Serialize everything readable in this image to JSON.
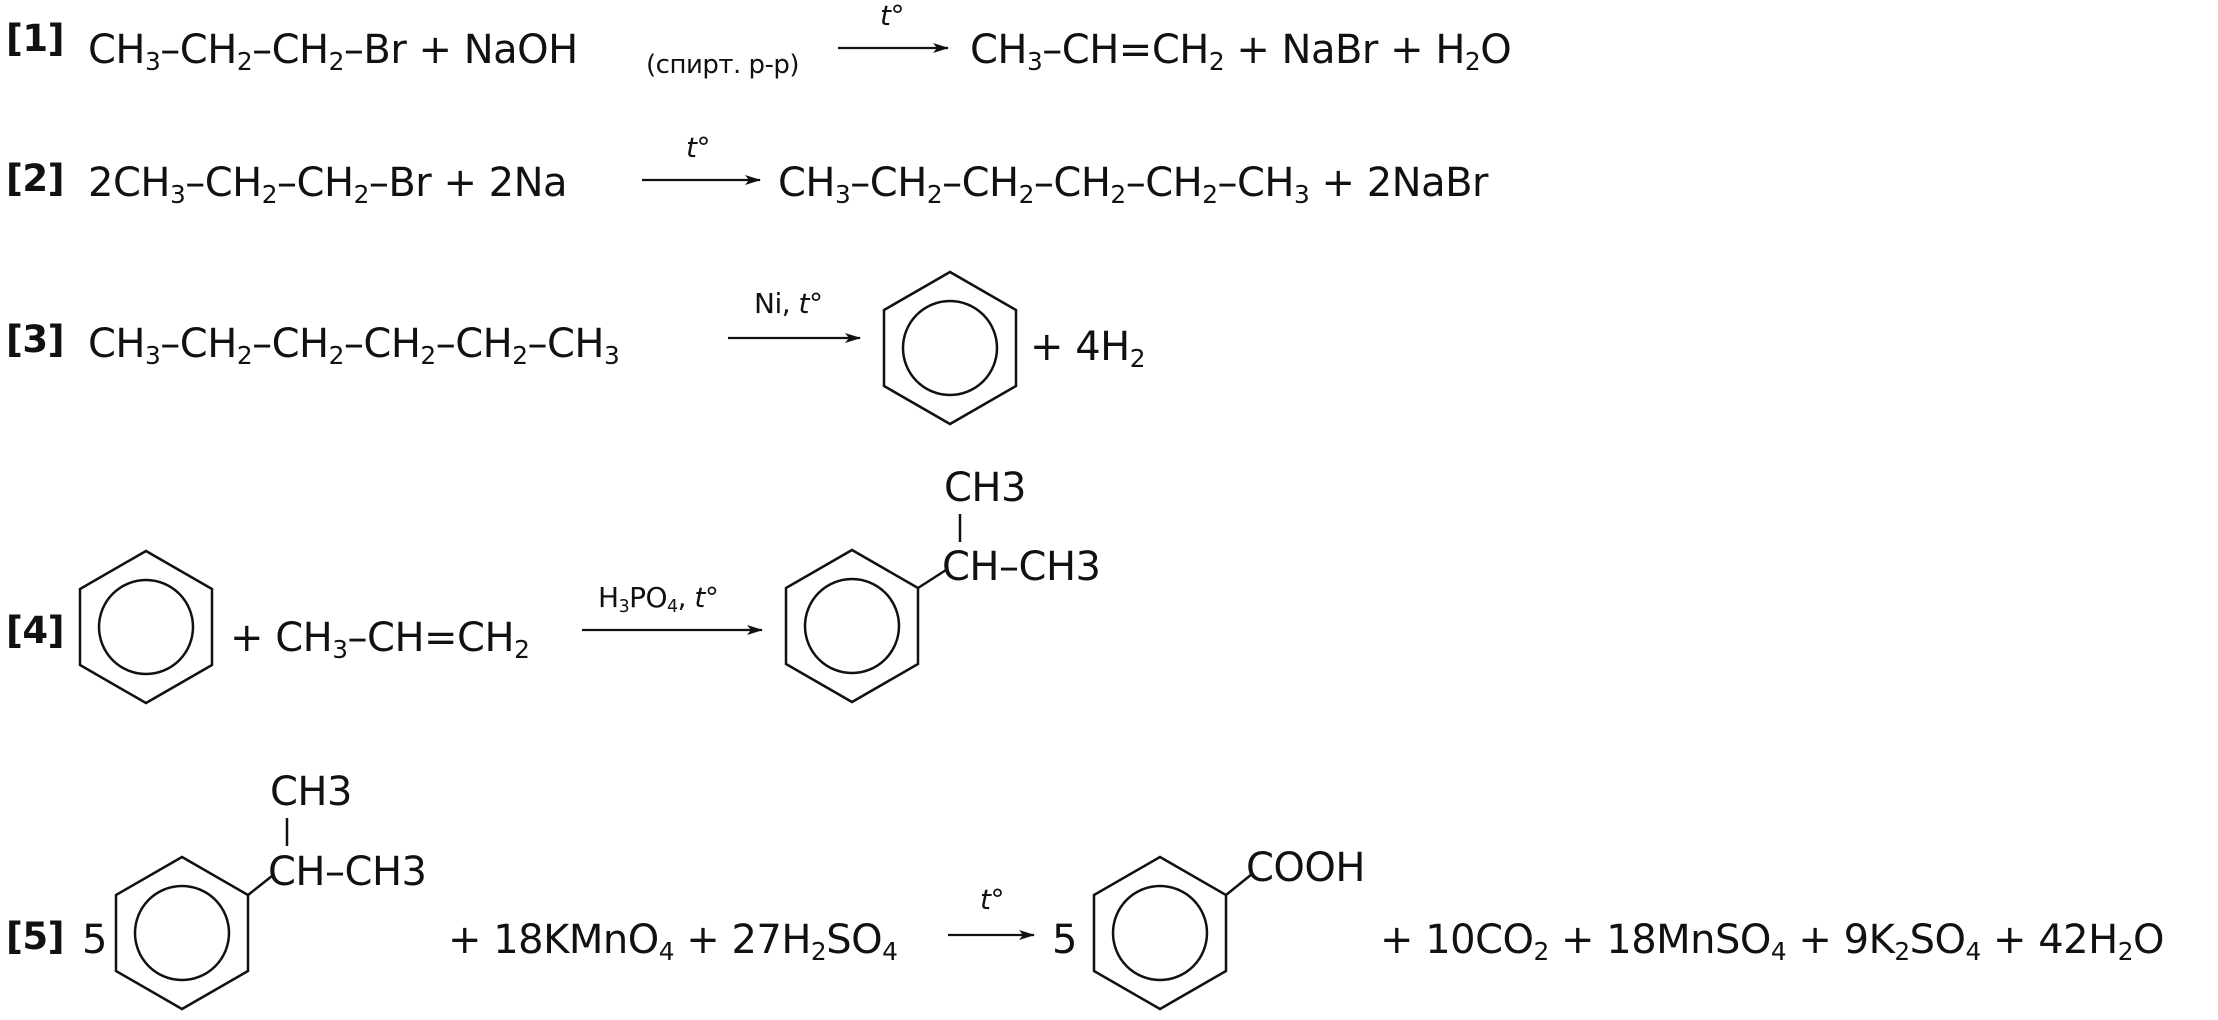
{
  "reactions": [
    {
      "number": "[1]",
      "reactants": "CH3–CH2–CH2–Br + NaOH",
      "solvent": "(спирт. р-р)",
      "condition": "t°",
      "products": "CH3–CH=CH2 + NaBr + H2O"
    },
    {
      "number": "[2]",
      "reactants": "2CH3–CH2–CH2–Br + 2Na",
      "condition": "t°",
      "products": "CH3–CH2–CH2–CH2–CH2–CH3 + 2NaBr"
    },
    {
      "number": "[3]",
      "reactants": "CH3–CH2–CH2–CH2–CH2–CH3",
      "condition": "Ni, t°",
      "products": "C6H6 (benzene ring) + 4H2"
    },
    {
      "number": "[4]",
      "reactants": "C6H6 (benzene ring) + CH3–CH=CH2",
      "condition": "H3PO4, t°",
      "products": "C6H5–CH(CH3)–CH3"
    },
    {
      "number": "[5]",
      "coefficient_left": "5",
      "reactants": "5 C6H5–CH(CH3)–CH3 + 18KMnO4 + 27H2SO4",
      "condition": "t°",
      "coefficient_right": "5",
      "products": "5 C6H5–COOH + 10CO2 + 18MnSO4 + 9K2SO4 + 42H2O"
    }
  ],
  "groups": {
    "ch3": "CH3",
    "ch_ch3": "CH–CH3",
    "cooh": "COOH"
  }
}
